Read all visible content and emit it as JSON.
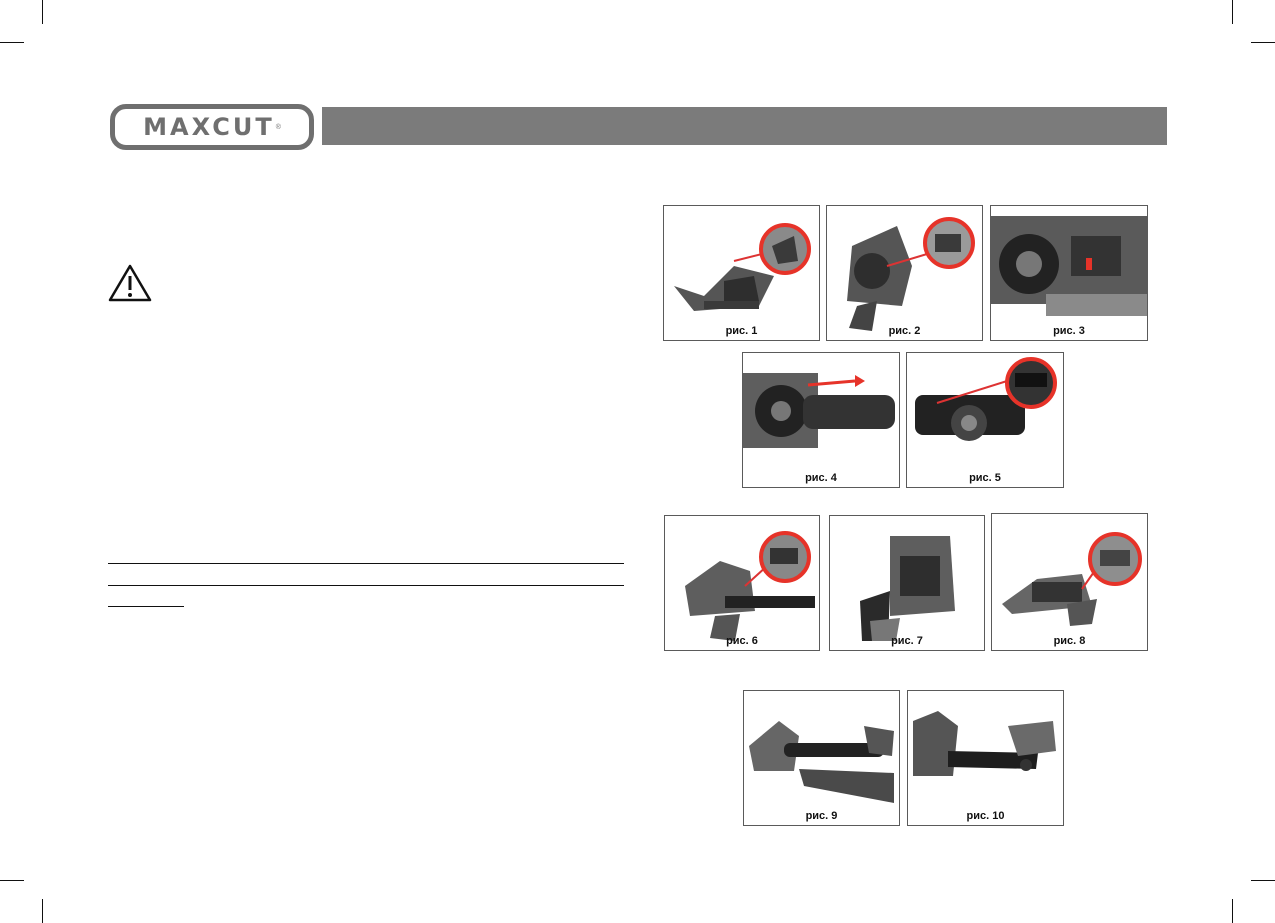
{
  "brand": {
    "name": "MAXCUT",
    "registered": "®"
  },
  "figures": [
    {
      "id": 1,
      "caption": "рис. 1"
    },
    {
      "id": 2,
      "caption": "рис. 2"
    },
    {
      "id": 3,
      "caption": "рис. 3"
    },
    {
      "id": 4,
      "caption": "рис. 4"
    },
    {
      "id": 5,
      "caption": "рис. 5"
    },
    {
      "id": 6,
      "caption": "рис. 6"
    },
    {
      "id": 7,
      "caption": "рис. 7"
    },
    {
      "id": 8,
      "caption": "рис. 8"
    },
    {
      "id": 9,
      "caption": "рис. 9"
    },
    {
      "id": 10,
      "caption": "рис. 10"
    }
  ],
  "icons": {
    "warning": "warning-triangle-icon"
  },
  "colors": {
    "header_bar": "#7b7b7b",
    "logo": "#6f6f6f",
    "highlight_circle": "#e63329"
  }
}
